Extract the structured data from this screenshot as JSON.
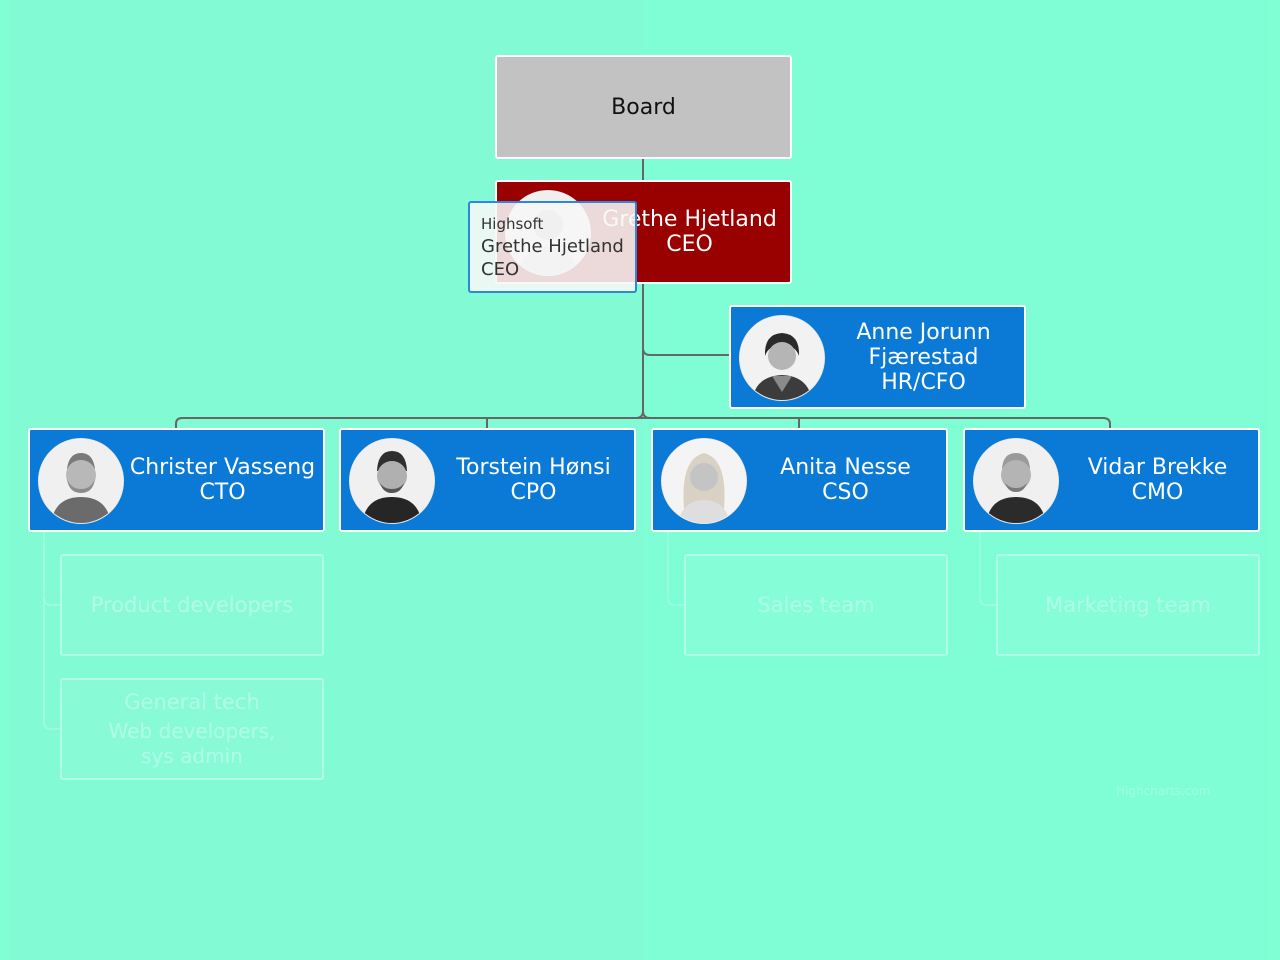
{
  "colors": {
    "background": "#80ffd4",
    "node_blue": "#0a7ad6",
    "node_ceo": "#990000",
    "node_board": "#c2c2c2",
    "connector": "#666666",
    "tooltip_border": "#2e86de"
  },
  "nodes": {
    "board": {
      "name": "Board"
    },
    "ceo": {
      "name": "Grethe Hjetland",
      "title": "CEO",
      "avatar_icon": "person-photo-icon"
    },
    "hr": {
      "name_line1": "Anne Jorunn",
      "name_line2": "Fjærestad",
      "title": "HR/CFO",
      "avatar_icon": "person-photo-icon"
    },
    "cto": {
      "name": "Christer Vasseng",
      "title": "CTO",
      "avatar_icon": "person-photo-icon"
    },
    "cpo": {
      "name": "Torstein Hønsi",
      "title": "CPO",
      "avatar_icon": "person-photo-icon"
    },
    "cso": {
      "name": "Anita Nesse",
      "title": "CSO",
      "avatar_icon": "person-photo-icon"
    },
    "cmo": {
      "name": "Vidar Brekke",
      "title": "CMO",
      "avatar_icon": "person-photo-icon"
    },
    "product_devs": {
      "name": "Product developers"
    },
    "general_tech": {
      "name": "General tech",
      "description": "Web developers, sys admin"
    },
    "sales_team": {
      "name": "Sales team"
    },
    "marketing_team": {
      "name": "Marketing team"
    }
  },
  "tooltip": {
    "company": "Highsoft",
    "name": "Grethe Hjetland",
    "title": "CEO"
  },
  "credits": "Highcharts.com"
}
